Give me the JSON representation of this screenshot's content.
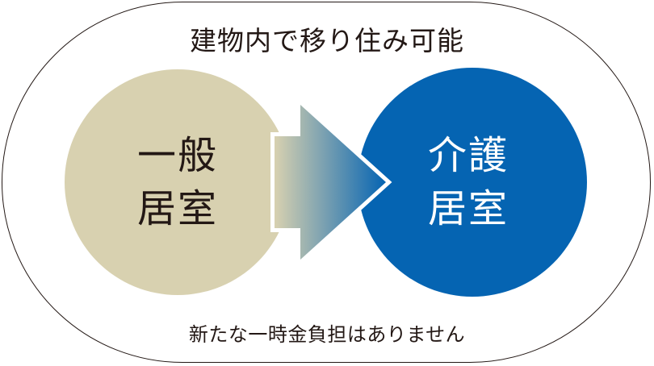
{
  "diagram": {
    "top_caption": "建物内で移り住み可能",
    "bottom_caption": "新たな一時金負担はありません",
    "left_circle": {
      "line1": "一般",
      "line2": "居室",
      "color": "#d8d1b0"
    },
    "right_circle": {
      "line1": "介護",
      "line2": "居室",
      "color": "#0564b2"
    },
    "arrow": {
      "gradient_start": "#d8d1b0",
      "gradient_end": "#0564b2"
    },
    "frame_color": "#231815"
  }
}
